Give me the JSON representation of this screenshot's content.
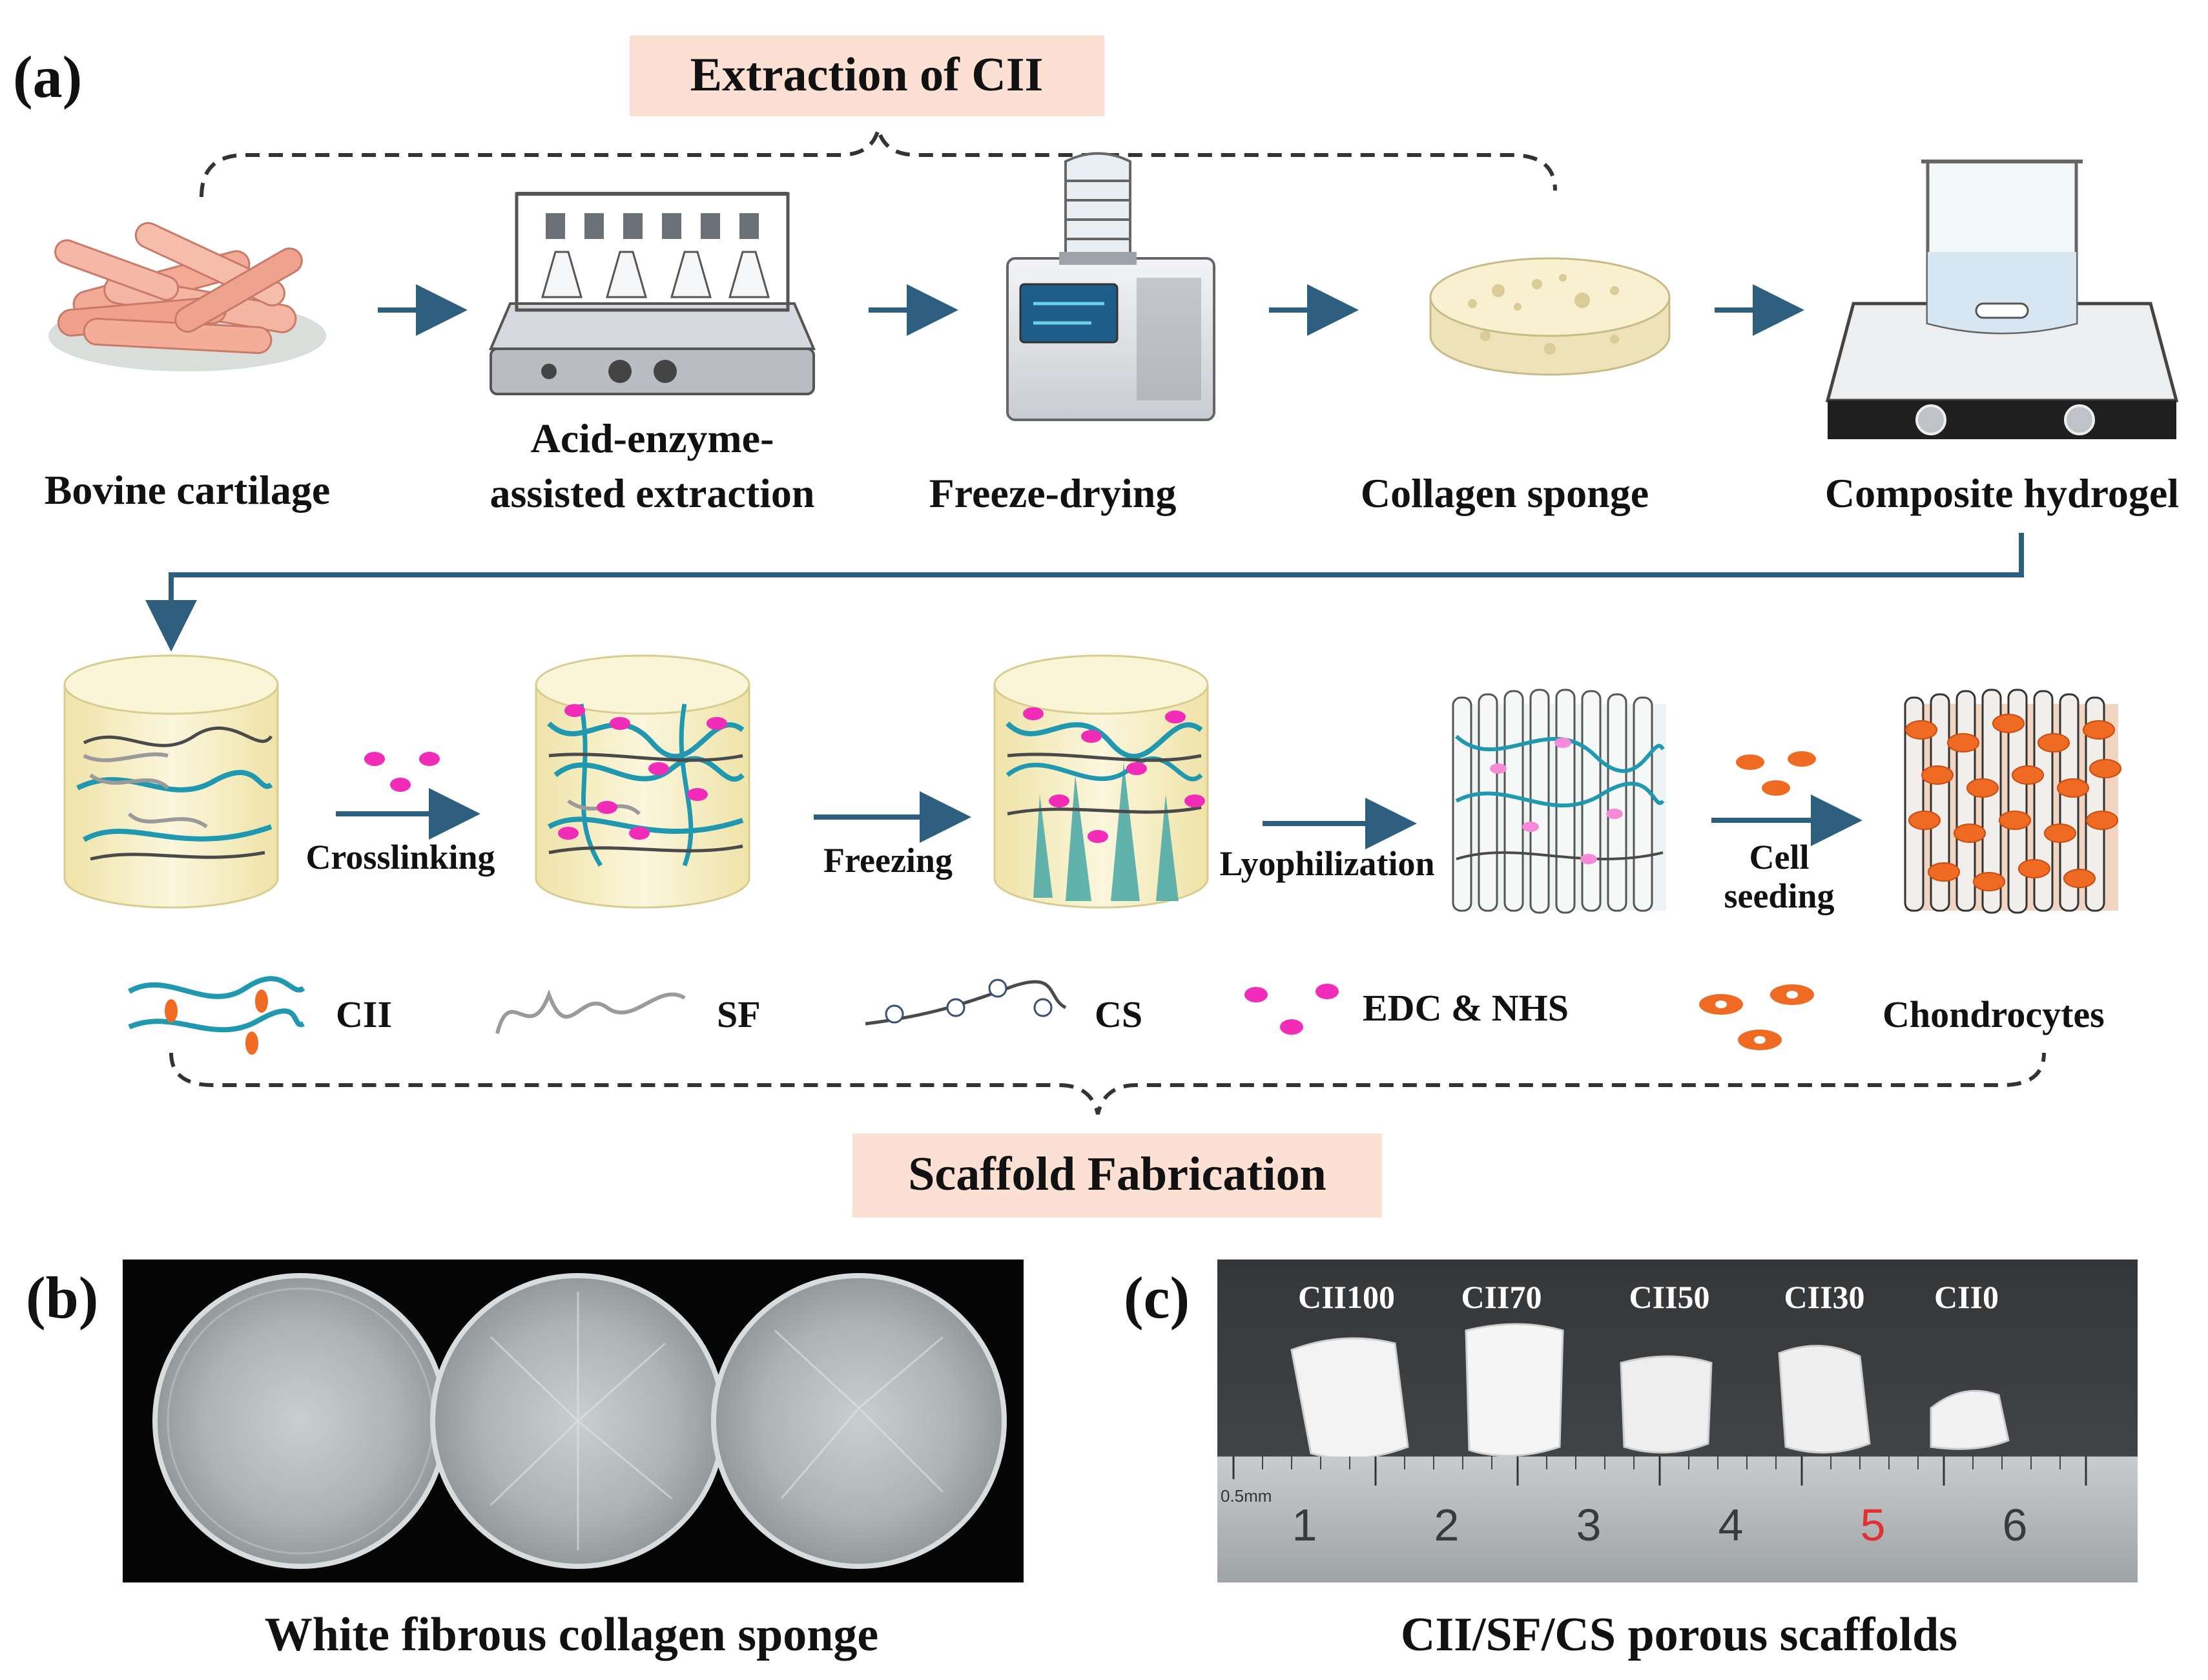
{
  "colors": {
    "arrow": "#2f5f7f",
    "banner": "#fbe0d3",
    "cii_strand": "#1f98b0",
    "sf_strand": "#9a9a9a",
    "cs_strand": "#4a4a4a",
    "edc_nhs": "#f02cb8",
    "chondrocyte": "#ef6a22",
    "scaffold_fill": "#f7efc4"
  },
  "panel_a": {
    "label": "(a)",
    "top_banner": "Extraction of CII",
    "steps": {
      "s1": "Bovine cartilage",
      "s2_line1": "Acid-enzyme-",
      "s2_line2": "assisted extraction",
      "s3": "Freeze-drying",
      "s4": "Collagen sponge",
      "s5": "Composite hydrogel"
    },
    "process": {
      "p1": "Crosslinking",
      "p2": "Freezing",
      "p3": "Lyophilization",
      "p4_line1": "Cell",
      "p4_line2": "seeding"
    },
    "legend": {
      "cii": "CII",
      "sf": "SF",
      "cs": "CS",
      "edc": "EDC & NHS",
      "chondro": "Chondrocytes"
    },
    "bottom_banner": "Scaffold Fabrication"
  },
  "panel_b": {
    "label": "(b)",
    "caption": "White fibrous collagen sponge"
  },
  "panel_c": {
    "label": "(c)",
    "samples": [
      "CII100",
      "CII70",
      "CII50",
      "CII30",
      "CII0"
    ],
    "ruler_unit": "0.5mm",
    "ruler_numbers": [
      "1",
      "2",
      "3",
      "4",
      "5",
      "6"
    ],
    "caption": "CII/SF/CS porous scaffolds"
  }
}
